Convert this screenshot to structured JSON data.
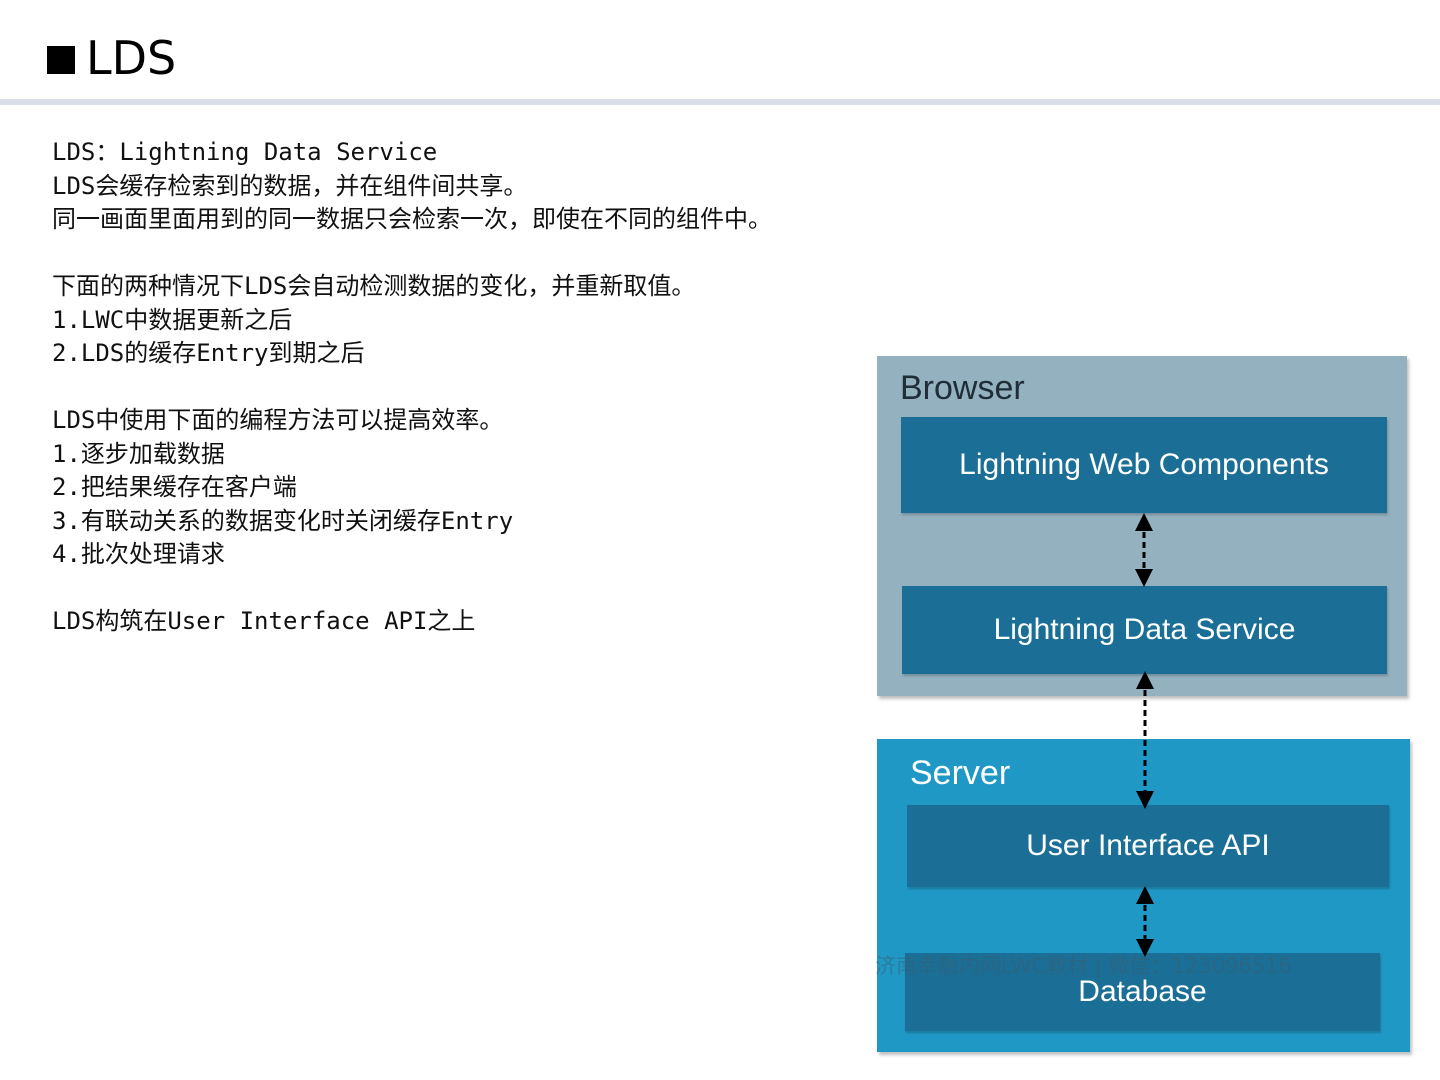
{
  "header": {
    "title": "LDS"
  },
  "body": {
    "lines": [
      "LDS：Lightning Data Service",
      "LDS会缓存检索到的数据，并在组件间共享。",
      "同一画面里面用到的同一数据只会检索一次，即使在不同的组件中。",
      "",
      "下面的两种情况下LDS会自动检测数据的变化，并重新取值。",
      "1.LWC中数据更新之后",
      "2.LDS的缓存Entry到期之后",
      "",
      "LDS中使用下面的编程方法可以提高效率。",
      "1.逐步加载数据",
      "2.把结果缓存在客户端",
      "3.有联动关系的数据变化时关闭缓存Entry",
      "4.批次处理请求",
      "",
      "LDS构筑在User Interface API之上"
    ]
  },
  "diagram": {
    "browser_label": "Browser",
    "server_label": "Server",
    "nodes": {
      "lwc": "Lightning Web Components",
      "lds": "Lightning Data Service",
      "ui_api": "User Interface API",
      "database": "Database"
    },
    "colors": {
      "browser_bg": "#94b1c0",
      "server_bg": "#1f98c5",
      "node_bg": "#1b6f96"
    },
    "watermark": "济南幸融内网LWC教材 | 微信：123096516"
  }
}
